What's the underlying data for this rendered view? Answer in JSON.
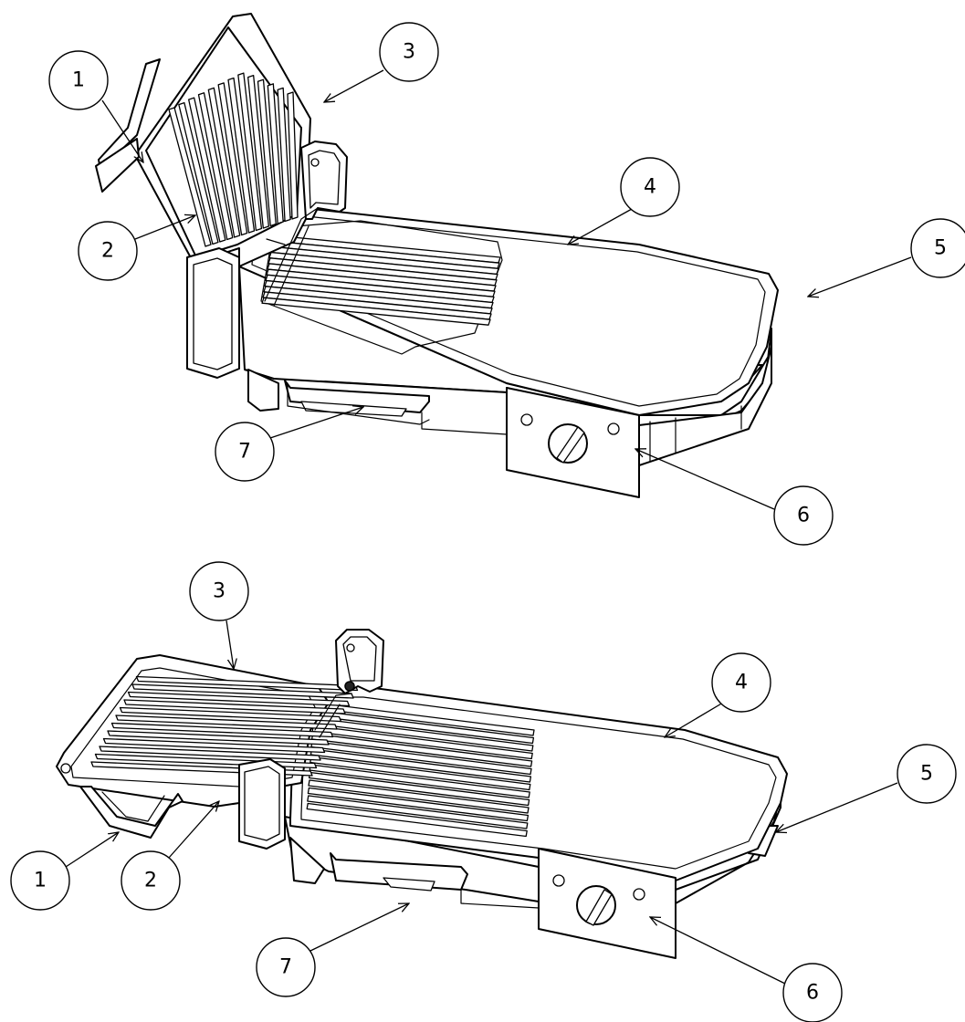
{
  "callouts": {
    "top": [
      {
        "label": "1"
      },
      {
        "label": "2"
      },
      {
        "label": "3"
      },
      {
        "label": "4"
      },
      {
        "label": "5"
      },
      {
        "label": "6"
      },
      {
        "label": "7"
      }
    ],
    "bottom": [
      {
        "label": "1"
      },
      {
        "label": "2"
      },
      {
        "label": "3"
      },
      {
        "label": "4"
      },
      {
        "label": "5"
      },
      {
        "label": "6"
      },
      {
        "label": "7"
      }
    ]
  }
}
